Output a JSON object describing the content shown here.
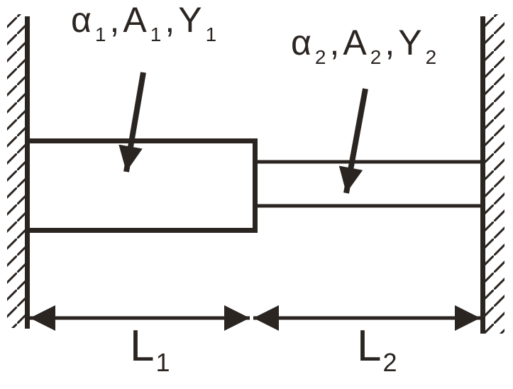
{
  "figure": {
    "type": "two-rods-fixed-between-rigid-walls",
    "colors": {
      "ink": "#2b2522",
      "background": "#ffffff"
    },
    "labels": {
      "rod1": {
        "p1": "α",
        "s1": "1",
        "p2": ",A",
        "s2": "1",
        "p3": ",Y",
        "s3": "1"
      },
      "rod2": {
        "p1": "α",
        "s1": "2",
        "p2": ",A",
        "s2": "2",
        "p3": ",Y",
        "s3": "2"
      },
      "dim1": {
        "p": "L",
        "s": "1"
      },
      "dim2": {
        "p": "L",
        "s": "2"
      }
    }
  }
}
